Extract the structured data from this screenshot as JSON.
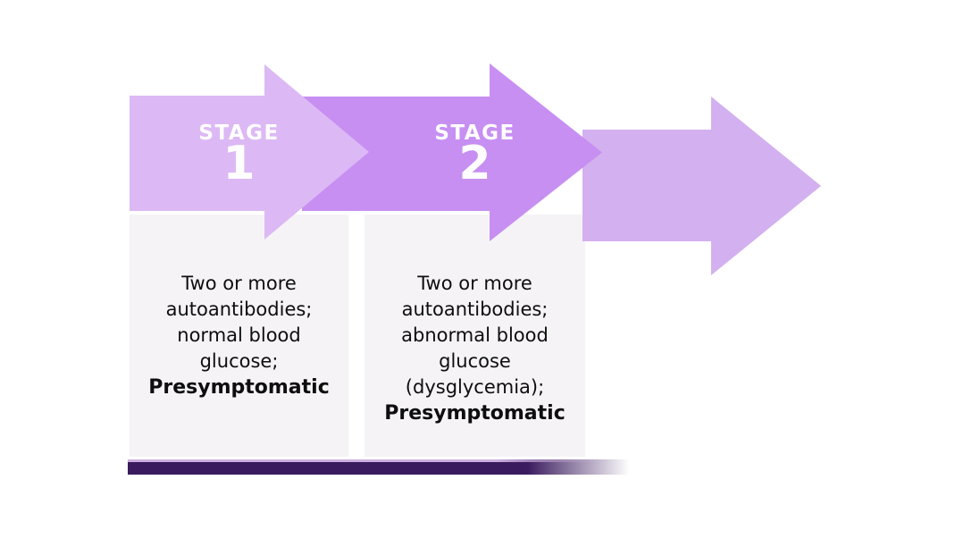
{
  "colors": {
    "canvas_bg": "#ffffff",
    "arrow1": "#dcb9f4",
    "arrow2": "#c78ff2",
    "arrow3": "#d3b0ef",
    "box_bg": "#f5f3f6",
    "bar": "#3a1b5d",
    "bar_highlight": "#cdb0e0",
    "stage_text": "#ffffff",
    "desc_text": "#0e0e0e"
  },
  "stages": [
    {
      "label": "STAGE",
      "number": "1",
      "description_lines": [
        "Two or more",
        "autoantibodies;",
        "normal blood",
        "glucose;"
      ],
      "description_bold": "Presymptomatic"
    },
    {
      "label": "STAGE",
      "number": "2",
      "description_lines": [
        "Two or more",
        "autoantibodies;",
        "abnormal blood",
        "glucose",
        "(dysglycemia);"
      ],
      "description_bold": "Presymptomatic"
    }
  ]
}
